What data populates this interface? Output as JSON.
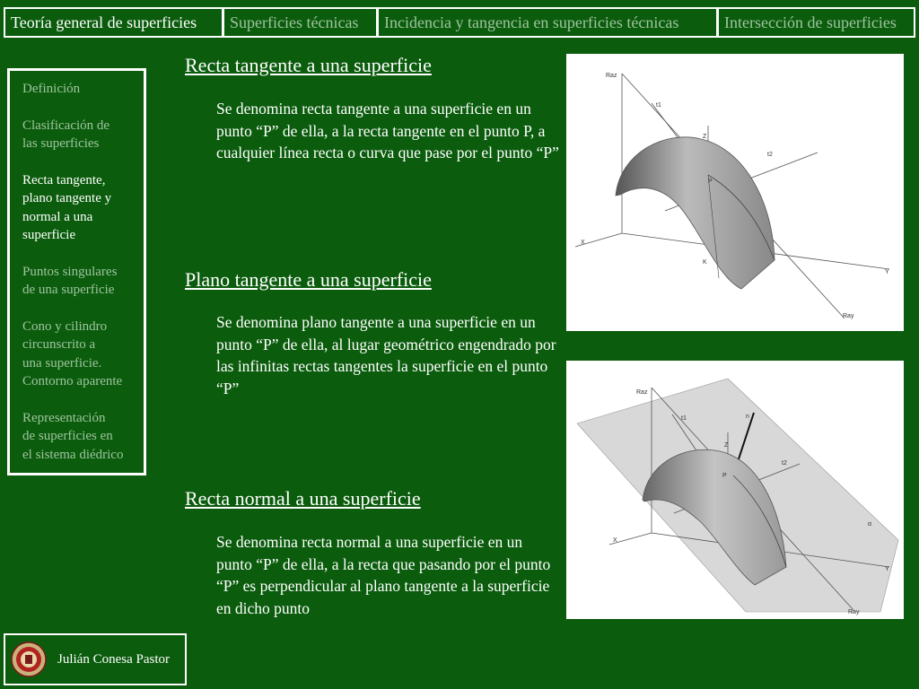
{
  "tabs": [
    {
      "label": "Teoría general de superficies",
      "active": true
    },
    {
      "label": "Superficies técnicas",
      "active": false
    },
    {
      "label": "Incidencia y tangencia en superficies técnicas",
      "active": false
    },
    {
      "label": "Intersección de superficies",
      "active": false
    }
  ],
  "sidebar": {
    "items": [
      {
        "label": "Definición",
        "active": false
      },
      {
        "label": "Clasificación de\nlas superficies",
        "active": false
      },
      {
        "label": "Recta tangente,\nplano tangente y\nnormal a una\nsuperficie",
        "active": true
      },
      {
        "label": "Puntos singulares\nde una superficie",
        "active": false
      },
      {
        "label": "Cono y cilindro\ncircunscrito a\nuna superficie.\nContorno aparente",
        "active": false
      },
      {
        "label": "Representación\nde superficies en\nel sistema diédrico",
        "active": false
      }
    ]
  },
  "sections": [
    {
      "title": "Recta tangente a una superficie",
      "text": "Se denomina recta tangente a una superficie en un punto “P” de ella, a la recta tangente en el punto P, a cualquier línea recta o curva que pase por el punto “P”"
    },
    {
      "title": "Plano tangente a una superficie",
      "text": "Se denomina plano tangente a una superficie en un punto “P” de ella, al lugar geométrico engendrado por las infinitas rectas tangentes la superficie en el punto “P”"
    },
    {
      "title": "Recta normal a una superficie",
      "text": "Se denomina recta normal a una superficie en un punto “P” de ella, a la recta que pasando por el punto “P” es perpendicular al plano tangente a la superficie en dicho punto"
    }
  ],
  "figure1": {
    "labels": {
      "raz": "Raz",
      "t1": "t1",
      "t2": "t2",
      "z": "Z",
      "p": "P",
      "x": "X",
      "y": "Y",
      "ray": "Ray",
      "k": "K"
    }
  },
  "figure2": {
    "labels": {
      "raz": "Raz",
      "t1": "t1",
      "t2": "t2",
      "n": "n",
      "z": "Z",
      "p": "P",
      "x": "X",
      "y": "Y",
      "ray": "Ray",
      "alpha": "α"
    }
  },
  "footer": {
    "author": "Julián Conesa Pastor",
    "seal_icon": "university-seal-icon"
  },
  "colors": {
    "background": "#0b5c0d",
    "inactive_text": "#9fc49f",
    "active_text": "#ffffff"
  }
}
